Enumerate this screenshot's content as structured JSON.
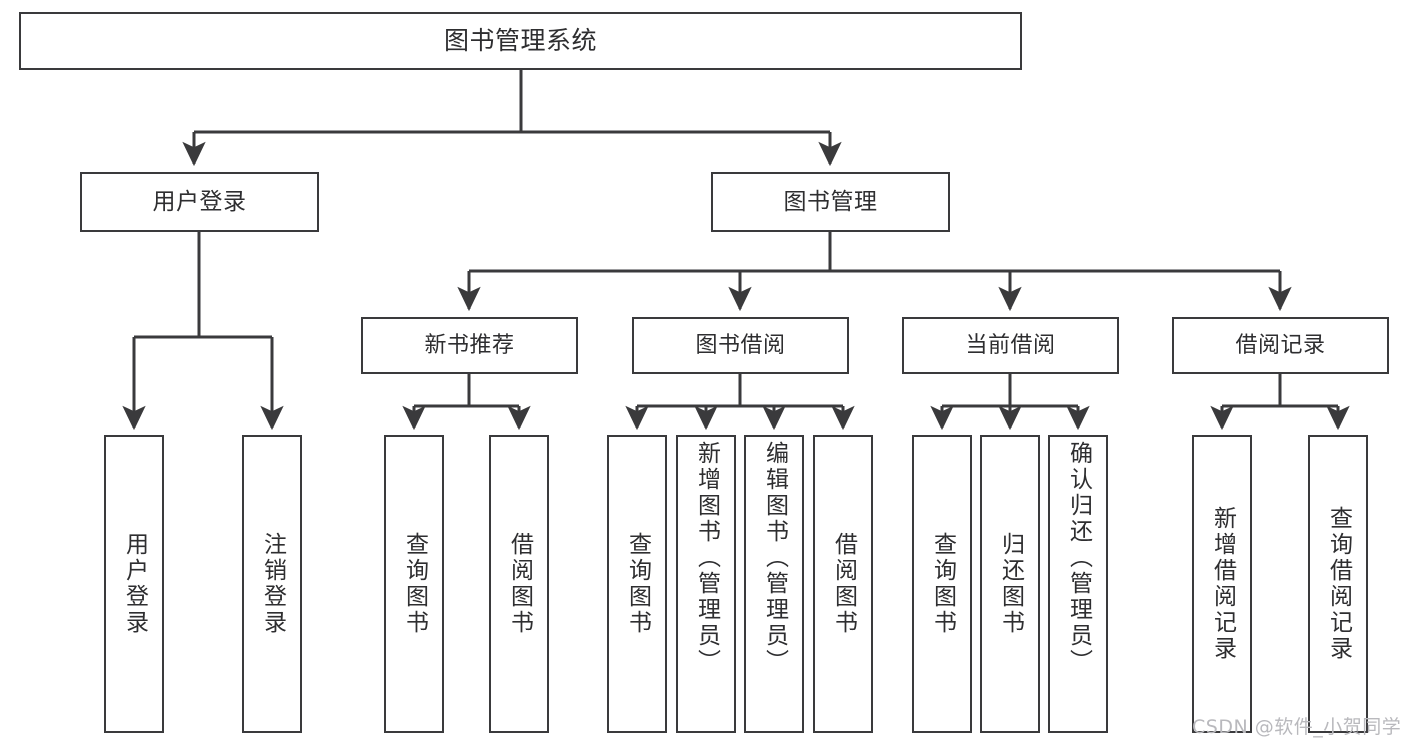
{
  "diagram": {
    "title": "图书管理系统",
    "type": "hierarchy-tree",
    "watermark": "CSDN @软件_小贺同学",
    "colors": {
      "stroke": "#3a3a3c",
      "text": "#2e2e30",
      "background": "#ffffff",
      "watermark": "#b9b9bd"
    },
    "nodes": {
      "root": {
        "label": "图书管理系统",
        "level": 1
      },
      "l2": [
        {
          "id": "user-login",
          "label": "用户登录",
          "level": 2
        },
        {
          "id": "book-manage",
          "label": "图书管理",
          "level": 2
        }
      ],
      "l3": [
        {
          "id": "new-book-recommend",
          "label": "新书推荐",
          "level": 3
        },
        {
          "id": "book-borrow",
          "label": "图书借阅",
          "level": 3
        },
        {
          "id": "current-borrow",
          "label": "当前借阅",
          "level": 3
        },
        {
          "id": "borrow-record",
          "label": "借阅记录",
          "level": 3
        }
      ],
      "leaves": [
        {
          "id": "leaf-user-login",
          "label": "用户登录",
          "parent": "user-login"
        },
        {
          "id": "leaf-user-logout",
          "label": "注销登录",
          "parent": "user-login"
        },
        {
          "id": "leaf-query-book-1",
          "label": "查询图书",
          "parent": "new-book-recommend"
        },
        {
          "id": "leaf-borrow-book-1",
          "label": "借阅图书",
          "parent": "new-book-recommend"
        },
        {
          "id": "leaf-query-book-2",
          "label": "查询图书",
          "parent": "book-borrow"
        },
        {
          "id": "leaf-add-book",
          "label": "新增图书（管理员）",
          "parent": "book-borrow"
        },
        {
          "id": "leaf-edit-book",
          "label": "编辑图书（管理员）",
          "parent": "book-borrow"
        },
        {
          "id": "leaf-borrow-book-2",
          "label": "借阅图书",
          "parent": "book-borrow"
        },
        {
          "id": "leaf-query-book-3",
          "label": "查询图书",
          "parent": "current-borrow"
        },
        {
          "id": "leaf-return-book",
          "label": "归还图书",
          "parent": "current-borrow"
        },
        {
          "id": "leaf-confirm-return",
          "label": "确认归还（管理员）",
          "parent": "current-borrow"
        },
        {
          "id": "leaf-add-record",
          "label": "新增借阅记录",
          "parent": "borrow-record"
        },
        {
          "id": "leaf-query-record",
          "label": "查询借阅记录",
          "parent": "borrow-record"
        }
      ]
    }
  }
}
